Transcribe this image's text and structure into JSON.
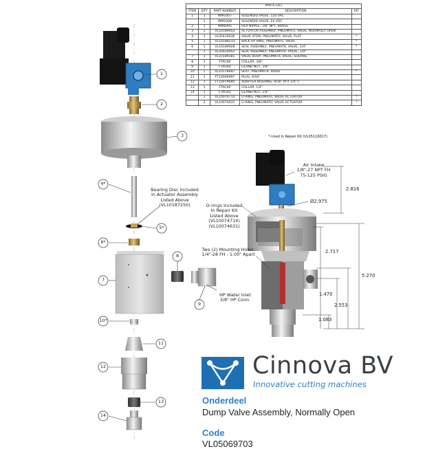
{
  "parts_list": {
    "title": "PARTS LIST",
    "headers": [
      "ITEM",
      "QTY",
      "PART NUMBER",
      "DESCRIPTION",
      "KIT"
    ],
    "rows": [
      [
        "1",
        "1",
        "WM1007",
        "SOLENOID VALVE, 120 VAC",
        ""
      ],
      [
        "",
        "1",
        "WM1008",
        "SOLENOID VALVE, 24 VDC",
        ""
      ],
      [
        "2",
        "1",
        "WM6095",
        "HEX NIPPLE, 1/8\" NPT, BRASS",
        ""
      ],
      [
        "3",
        "1",
        "VL10189653",
        "ACTUATOR ASSEMBLY, PNEUMATIC VALVE, NORMALLY OPEN",
        ""
      ],
      [
        "4",
        "1",
        "VL20435636",
        "VALVE STEM, PNEUMATIC VALVE, FLAT",
        "*"
      ],
      [
        "5",
        "1",
        "VL10188233",
        "BACK UP RING, PNEUMATIC VALVE",
        "*"
      ],
      [
        "6",
        "1",
        "VL10189928",
        "SEAL ASSEMBLY, PNEUMATIC VALVE, 1/4\"",
        "*"
      ],
      [
        "",
        "1",
        "VL20420052",
        "SEAL ASSEMBLY, PNEUMATIC VALVE, 1/4\"",
        ""
      ],
      [
        "7",
        "1",
        "VL10189181",
        "VALVE BODY, PNEUMATIC VALVE, SQUARE",
        ""
      ],
      [
        "8",
        "1",
        "FTAC60",
        "COLLAR, 3/8\"",
        ""
      ],
      [
        "9",
        "1",
        "FTAG60",
        "GLAND NUT, 3/8\"",
        ""
      ],
      [
        "10",
        "1",
        "VL10178697",
        "SEAT, PNEUMATIC VALVE",
        "*"
      ],
      [
        "11",
        "1",
        "FT10006997",
        "PLUG, 9/16\"",
        ""
      ],
      [
        "12",
        "1",
        "FT10079080",
        "ADAPTER BUSHING, 9/16\" M X 1/4\" F",
        ""
      ],
      [
        "13",
        "1",
        "FTAC40",
        "COLLAR, 1/4\"",
        ""
      ],
      [
        "14",
        "1",
        "FTAG40",
        "GLAND NUT, 1/4\"",
        ""
      ],
      [
        "",
        "1",
        "VL10074714",
        "O-RING, PNEUMATIC VALVE ACTUATOR",
        "*"
      ],
      [
        "",
        "2",
        "VL10074631",
        "O-RING, PNEUMATIC VALVE ACTUATOR",
        "*"
      ]
    ],
    "footnote": "*-Used In Repair Kit (VL05116017)"
  },
  "callouts": [
    "1",
    "2",
    "3",
    "4*",
    "5*",
    "6*",
    "7",
    "8",
    "9",
    "10*",
    "11",
    "12",
    "13",
    "14"
  ],
  "annotations": {
    "bearing_disc": "Bearing Disc Included\nIn Actuator Assembly\nListed Above\n(VL10187250)",
    "hp_inlet": "HP Water Inlet\n3/8\" HP Conn.",
    "air_intake": "Air Intake\n1/8\"-27 NPT FH\n75-125 PSIG",
    "orings": "O-rings Included\nIn Repair Kit\nListed Above\n(VL10074714)\n(VL10074631)",
    "mounting_holes": "Two (2) Mounting Holes:\n1/4\"-28 FH - 1.00\" Apart"
  },
  "dimensions": {
    "diameter": "Ø2.975",
    "d1": "2.816",
    "d2": "2.717",
    "d3": "5.270",
    "d4": "1.470",
    "d5": "2.553",
    "d6": "1.083"
  },
  "brand": {
    "name": "Cinnova BV",
    "tagline": "Innovative cutting machines",
    "logo_color": "#1f6fb5",
    "accent_color": "#2f7fc4"
  },
  "info": {
    "section1_label": "Onderdeel",
    "section1_value": "Dump Valve Assembly, Normally Open",
    "section2_label": "Code",
    "section2_value": "VL05069703"
  }
}
